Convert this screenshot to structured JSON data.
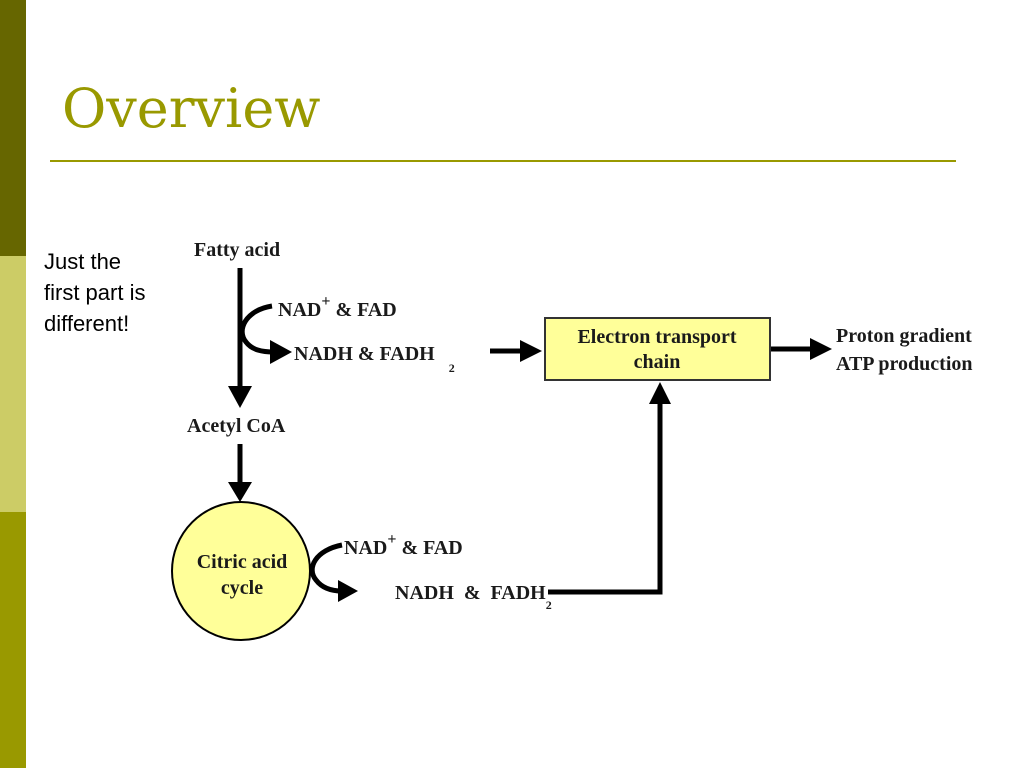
{
  "slide": {
    "title": "Overview",
    "note": "Just the first part is different!"
  },
  "diagram": {
    "fatty_acid": "Fatty acid",
    "nad_fad_top": "NAD",
    "nad_fad_top_plus": "+",
    "nad_fad_top_rest": " & FAD",
    "nadh_fadh_top": "NADH & FADH",
    "nadh_fadh_top_sub": "2",
    "acetyl_coa": "Acetyl CoA",
    "etc_line1": "Electron transport",
    "etc_line2": "chain",
    "output_line1": "Proton gradient",
    "output_line2": "ATP production",
    "citric_line1": "Citric acid",
    "citric_line2": "cycle",
    "nad_fad_bottom": "NAD",
    "nad_fad_bottom_plus": "+",
    "nad_fad_bottom_rest": " & FAD",
    "nadh_fadh_bottom": "NADH  &  FADH",
    "nadh_fadh_bottom_sub": "2"
  },
  "colors": {
    "accent": "#999900",
    "bar_top": "#666600",
    "bar_mid": "#cccc66",
    "bar_bottom": "#999900",
    "box_fill": "#ffff99",
    "circle_fill": "#ffff99"
  }
}
